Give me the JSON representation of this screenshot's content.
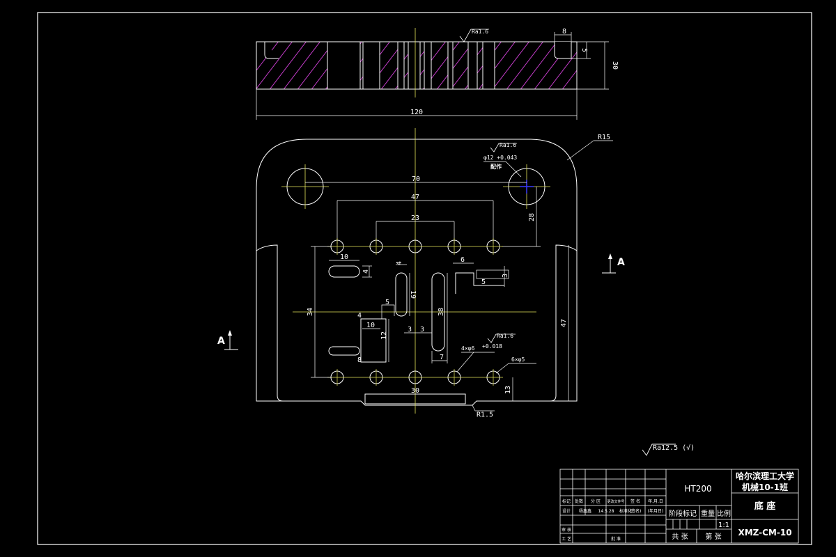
{
  "drawing": {
    "dims": {
      "thickness": "30",
      "slot_w": "8",
      "slot_d": "5",
      "length": "120",
      "d70": "70",
      "d47a": "47",
      "d23": "23",
      "d28": "28",
      "d10a": "10",
      "d4a": "4",
      "d4b": "4",
      "d19": "19",
      "d6": "6",
      "d3a": "3",
      "d5a": "5",
      "d5b": "5",
      "d34": "34",
      "d4c": "4",
      "d10b": "10",
      "d12": "12",
      "d3b": "3",
      "d3c": "3",
      "d38": "38",
      "d7": "7",
      "d8": "8",
      "d47b": "47",
      "d30": "30",
      "d13": "13"
    },
    "labels": {
      "ra_top": "Ra1.6",
      "ra_hole": "Ra1.6",
      "ra_pins": "Ra1.6",
      "r15": "R15",
      "hole_spec": "φ12 +0.043",
      "pei_zuo": "配作",
      "four_holes": "4×φ6",
      "four_holes_tol": "+0.018",
      "six_holes": "6×φ5",
      "r15_bottom": "R1.5",
      "section_right": "A",
      "section_left": "A",
      "roughness_note": "Ra12.5 (√)"
    }
  },
  "title_block": {
    "material": "HT200",
    "school": "哈尔滨理工大学",
    "class_name": "机械10-1班",
    "part_name": "底  座",
    "drawing_no": "XMZ-CM-10",
    "scale": "1:1",
    "stage_label": "阶段标记",
    "weight_label": "重量",
    "ratio_label": "比例",
    "total_sheets": "共  张",
    "sheet_no": "第  张",
    "hdr_mark": "标记",
    "hdr_count": "处数",
    "hdr_zone": "分 区",
    "hdr_docno": "更改文件号",
    "hdr_sign": "签 名",
    "hdr_date": "年.月.日",
    "row_design": "设计",
    "designer": "杨鑫鑫",
    "design_date": "14.5.28",
    "row_std": "标准化",
    "sign_blank": "(签名)",
    "date_blank": "(年月日)",
    "row_review": "审 核",
    "row_process": "工 艺",
    "row_approve": "批 准"
  }
}
